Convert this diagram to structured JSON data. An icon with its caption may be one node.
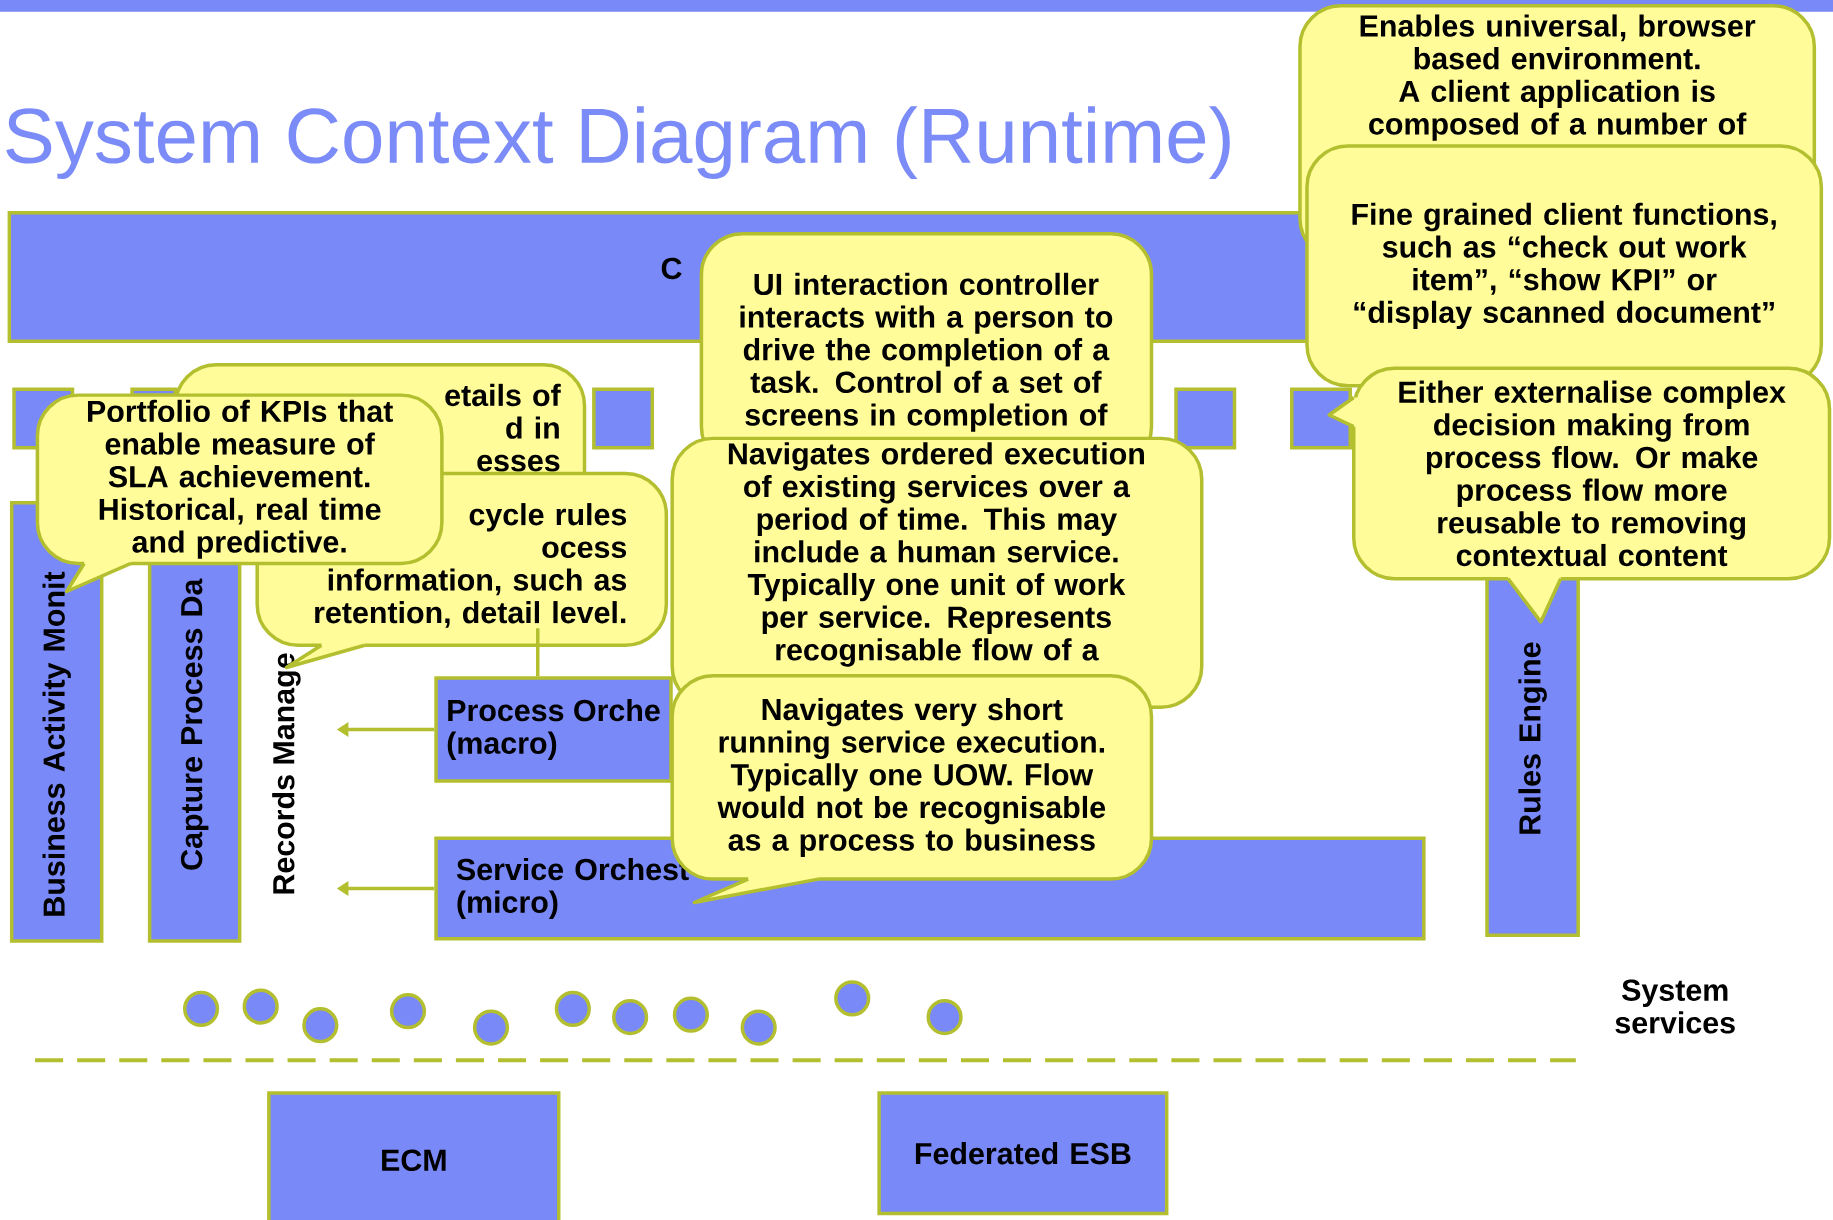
{
  "diagram": {
    "title": "System Context Diagram (Runtime)",
    "nodes": [
      {
        "text": [
          "C"
        ]
      },
      {
        "text": [],
        "shape": "box"
      },
      {
        "text": [],
        "shape": "box"
      },
      {
        "text": [],
        "shape": "box"
      },
      {
        "text": [],
        "shape": "box"
      },
      {
        "text": [],
        "shape": "box"
      },
      {
        "text": [
          "Business Activity Monit"
        ]
      },
      {
        "text": [
          "Capture Process Da"
        ]
      },
      {
        "text": [
          "Records Manage"
        ]
      },
      {
        "text": [
          "Process Orche",
          "(macro)"
        ]
      },
      {
        "text": [
          "Service Orchest",
          "(micro)"
        ]
      },
      {
        "text": [
          "Rules Engine"
        ]
      },
      {
        "text": [],
        "shape": "circle"
      },
      {
        "text": [],
        "shape": "circle"
      },
      {
        "text": [],
        "shape": "circle"
      },
      {
        "text": [],
        "shape": "circle"
      },
      {
        "text": [],
        "shape": "circle"
      },
      {
        "text": [],
        "shape": "circle"
      },
      {
        "text": [],
        "shape": "circle"
      },
      {
        "text": [],
        "shape": "circle"
      },
      {
        "text": [],
        "shape": "circle"
      },
      {
        "text": [],
        "shape": "circle"
      },
      {
        "text": [],
        "shape": "circle"
      },
      {
        "text": [
          "ECM"
        ]
      },
      {
        "text": [
          "Federated ESB"
        ]
      },
      {
        "text": [
          "Enables universal, browser based environment. A client application is composed of a number of"
        ]
      },
      {
        "text": [
          "Fine grained client functions, such as “check out work item”, “show KPI” or “display scanned document”"
        ]
      },
      {
        "text": [
          "Either externalise complex decision making from process flow. Or make process flow more reusable to removing contextual content"
        ]
      },
      {
        "text": [
          "etails of",
          "d in",
          "esses"
        ]
      },
      {
        "text": [
          "cycle rules",
          "ocess",
          "information, such as retention, detail level."
        ]
      },
      {
        "text": [
          "Portfolio of KPIs that enable measure of SLA achievement. Historical, real time and predictive."
        ]
      },
      {
        "text": [
          "UI interaction controller interacts with a person to drive the completion of a task. Control of a set of screens in completion of"
        ]
      },
      {
        "text": [
          "Navigates ordered execution of existing services over a period of time. This may include a human service. Typically one unit of work per service. Represents recognisable flow of a"
        ]
      },
      {
        "text": [
          "Navigates very short running service execution. Typically one UOW. Flow would not be recognisable as a process to business"
        ]
      }
    ],
    "edges": [
      {
        "from": 9,
        "to": 8,
        "arrow": "to"
      },
      {
        "from": 10,
        "to": 8,
        "arrow": "to"
      },
      {
        "from": 29,
        "to": 9,
        "arrow": "none"
      }
    ],
    "labels": [
      "System services"
    ]
  }
}
